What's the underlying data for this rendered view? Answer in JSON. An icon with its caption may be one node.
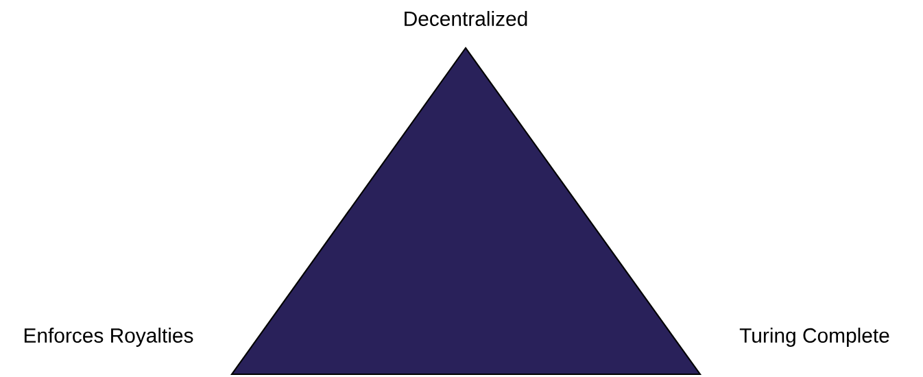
{
  "diagram": {
    "labels": [
      "Decentralized",
      "Enforces Royalties",
      "Turing Complete"
    ]
  }
}
